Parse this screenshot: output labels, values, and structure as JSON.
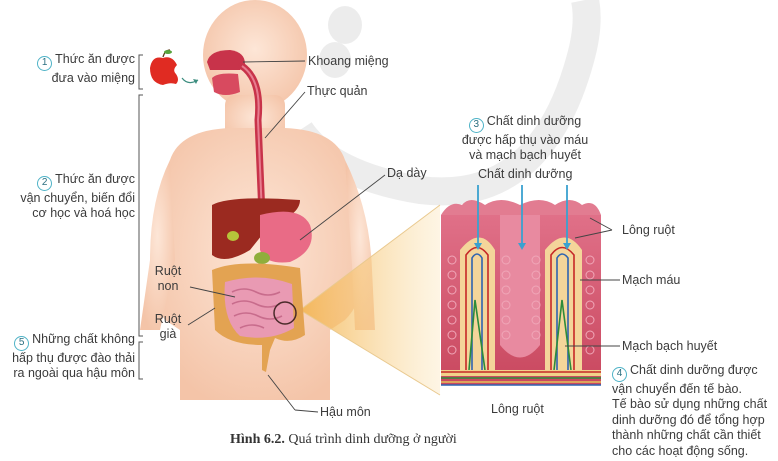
{
  "figure": {
    "caption_number": "Hình 6.2.",
    "caption_text": " Quá trình dinh dưỡng ở người"
  },
  "steps": [
    {
      "number": "1",
      "lines": [
        "Thức ăn được",
        "đưa vào miệng"
      ]
    },
    {
      "number": "2",
      "lines": [
        "Thức ăn được",
        "vận chuyển, biến đổi",
        "cơ học và hoá học"
      ]
    },
    {
      "number": "3",
      "lines": [
        "Chất dinh dưỡng",
        "được hấp thụ vào máu",
        "và mạch bạch huyết"
      ]
    },
    {
      "number": "4",
      "lines": [
        "Chất dinh dưỡng được",
        "vận chuyển đến tế bào.",
        "Tế bào sử dụng những chất",
        "dinh dưỡng đó để tổng hợp",
        "thành những chất cần thiết",
        "cho các hoạt động sống."
      ]
    },
    {
      "number": "5",
      "lines": [
        "Những chất không",
        "hấp thụ được đào thải",
        "ra ngoài qua hậu môn"
      ]
    }
  ],
  "organ_labels": {
    "mouth": "Khoang miệng",
    "esophagus": "Thực quản",
    "stomach": "Dạ dày",
    "small_intestine": [
      "Ruột",
      "non"
    ],
    "large_intestine": [
      "Ruột",
      "già"
    ],
    "anus": "Hậu môn"
  },
  "villus_labels": {
    "nutrients": "Chất dinh dưỡng",
    "villi_right": "Lông ruột",
    "blood_vessel": "Mạch máu",
    "lymph_vessel": "Mạch bạch huyết",
    "villi_bottom": "Lông ruột"
  },
  "colors": {
    "skin": "#f6cdb3",
    "digestive_red": "#c8334a",
    "liver": "#9b2a20",
    "stomach": "#e96b86",
    "large_intestine": "#e3a352",
    "small_intestine": "#e99ab3",
    "villus": "#d95c78",
    "blood_red": "#c62828",
    "vein_blue": "#2f64b0",
    "lymph_green": "#2e8b3a",
    "arrow_blue": "#3aa1cf",
    "number_circle": "#4fb3c7",
    "zoom_cone": "#f5c87a"
  }
}
